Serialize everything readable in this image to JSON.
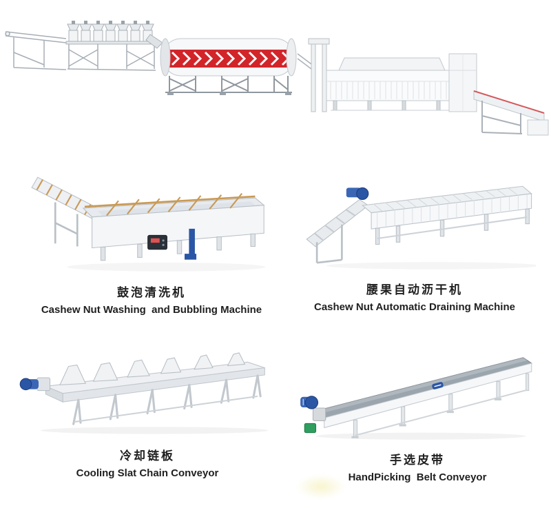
{
  "catalog": {
    "hero_illustration": "cashew-processing-line",
    "products": [
      {
        "name_zh": "鼓泡清洗机",
        "name_en": "Cashew Nut Washing  and Bubbling Machine",
        "illustration": "washing-bubbling-machine"
      },
      {
        "name_zh": "腰果自动沥干机",
        "name_en": "Cashew Nut Automatic Draining Machine",
        "illustration": "automatic-draining-machine"
      },
      {
        "name_zh": "冷却链板",
        "name_en": "Cooling Slat Chain Conveyor",
        "illustration": "cooling-slat-chain-conveyor"
      },
      {
        "name_zh": "手选皮带",
        "name_en": "HandPicking  Belt Conveyor",
        "illustration": "handpicking-belt-conveyor"
      }
    ]
  },
  "colors": {
    "page_bg": "#ffffff",
    "text": "#1f1f1f",
    "accent_red": "#d2252a",
    "accent_blue": "#2a56a5",
    "pipe_tan": "#c99a55",
    "belt_gray": "#9aa5ad",
    "accent_green": "#2f9e5f",
    "machine_body": "#f4f6f8",
    "machine_outline": "#bfc6cc"
  }
}
